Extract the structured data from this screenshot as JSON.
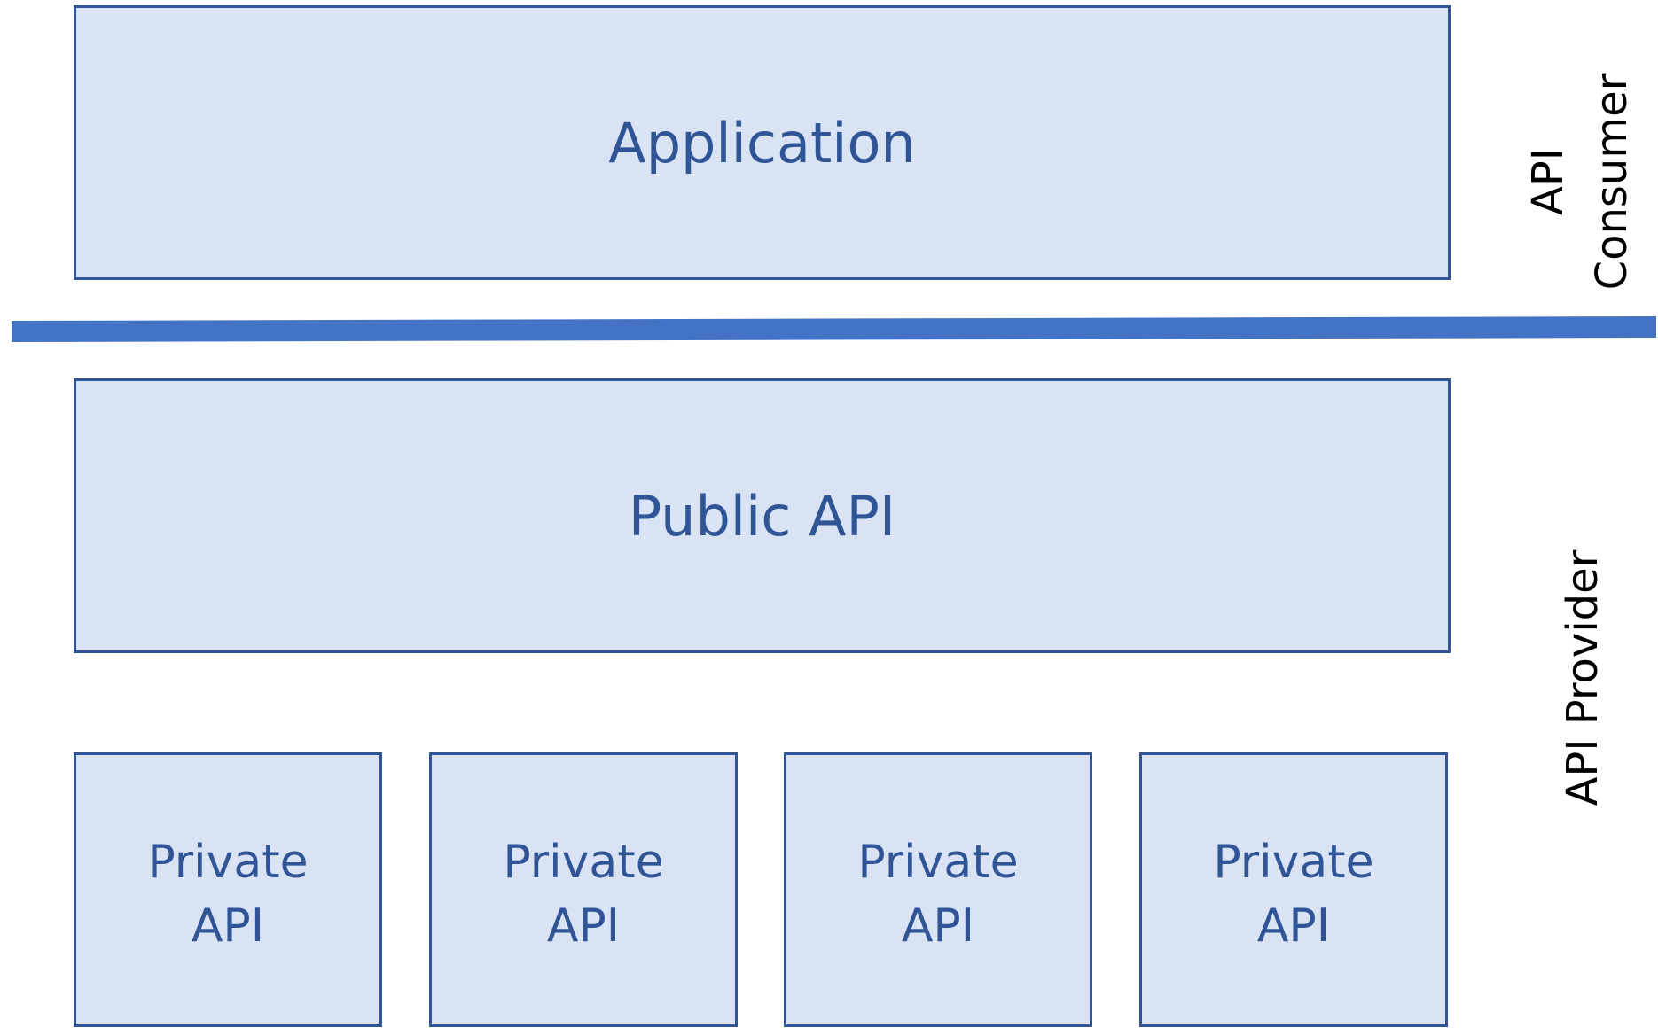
{
  "consumer_layer": {
    "application_label": "Application"
  },
  "provider_layer": {
    "public_api_label": "Public API",
    "private_apis": [
      {
        "line1": "Private",
        "line2": "API"
      },
      {
        "line1": "Private",
        "line2": "API"
      },
      {
        "line1": "Private",
        "line2": "API"
      },
      {
        "line1": "Private",
        "line2": "API"
      }
    ]
  },
  "side_labels": {
    "consumer_line1": "API",
    "consumer_line2": "Consumer",
    "provider": "API Provider"
  },
  "colors": {
    "box_fill": "#dae3f3",
    "box_border": "#2f5597",
    "box_text": "#2f5597",
    "separator": "#4472c4"
  }
}
